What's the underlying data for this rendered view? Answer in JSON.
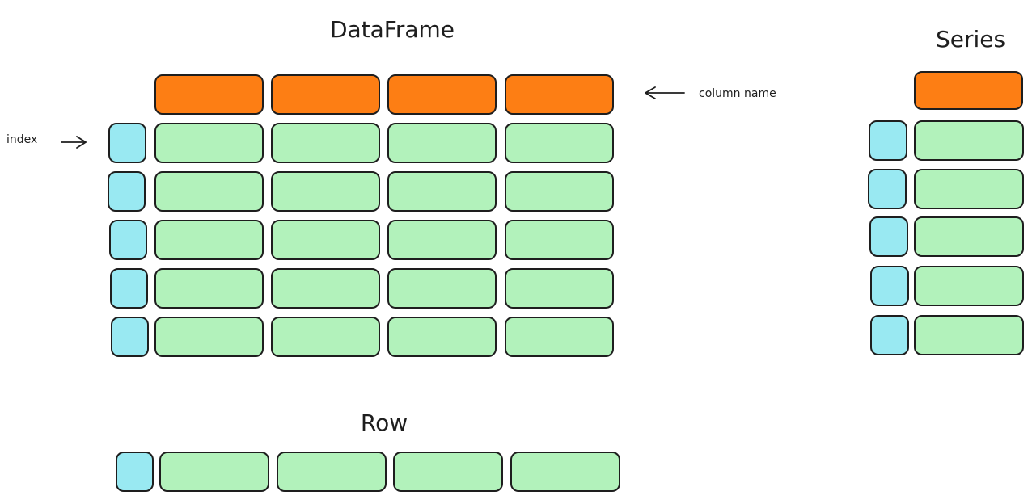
{
  "titles": {
    "dataframe": "DataFrame",
    "series": "Series",
    "row": "Row"
  },
  "annotations": {
    "column_name": "column name",
    "index": "index"
  },
  "dataframe": {
    "columns": 4,
    "rows": 5
  },
  "series": {
    "rows": 5
  },
  "row": {
    "columns": 4
  },
  "colors": {
    "column_header": "#fd7e14",
    "value_cell": "#b2f2bb",
    "index_cell": "#99e9f2",
    "stroke": "#1e1e1e",
    "background": "#ffffff"
  }
}
